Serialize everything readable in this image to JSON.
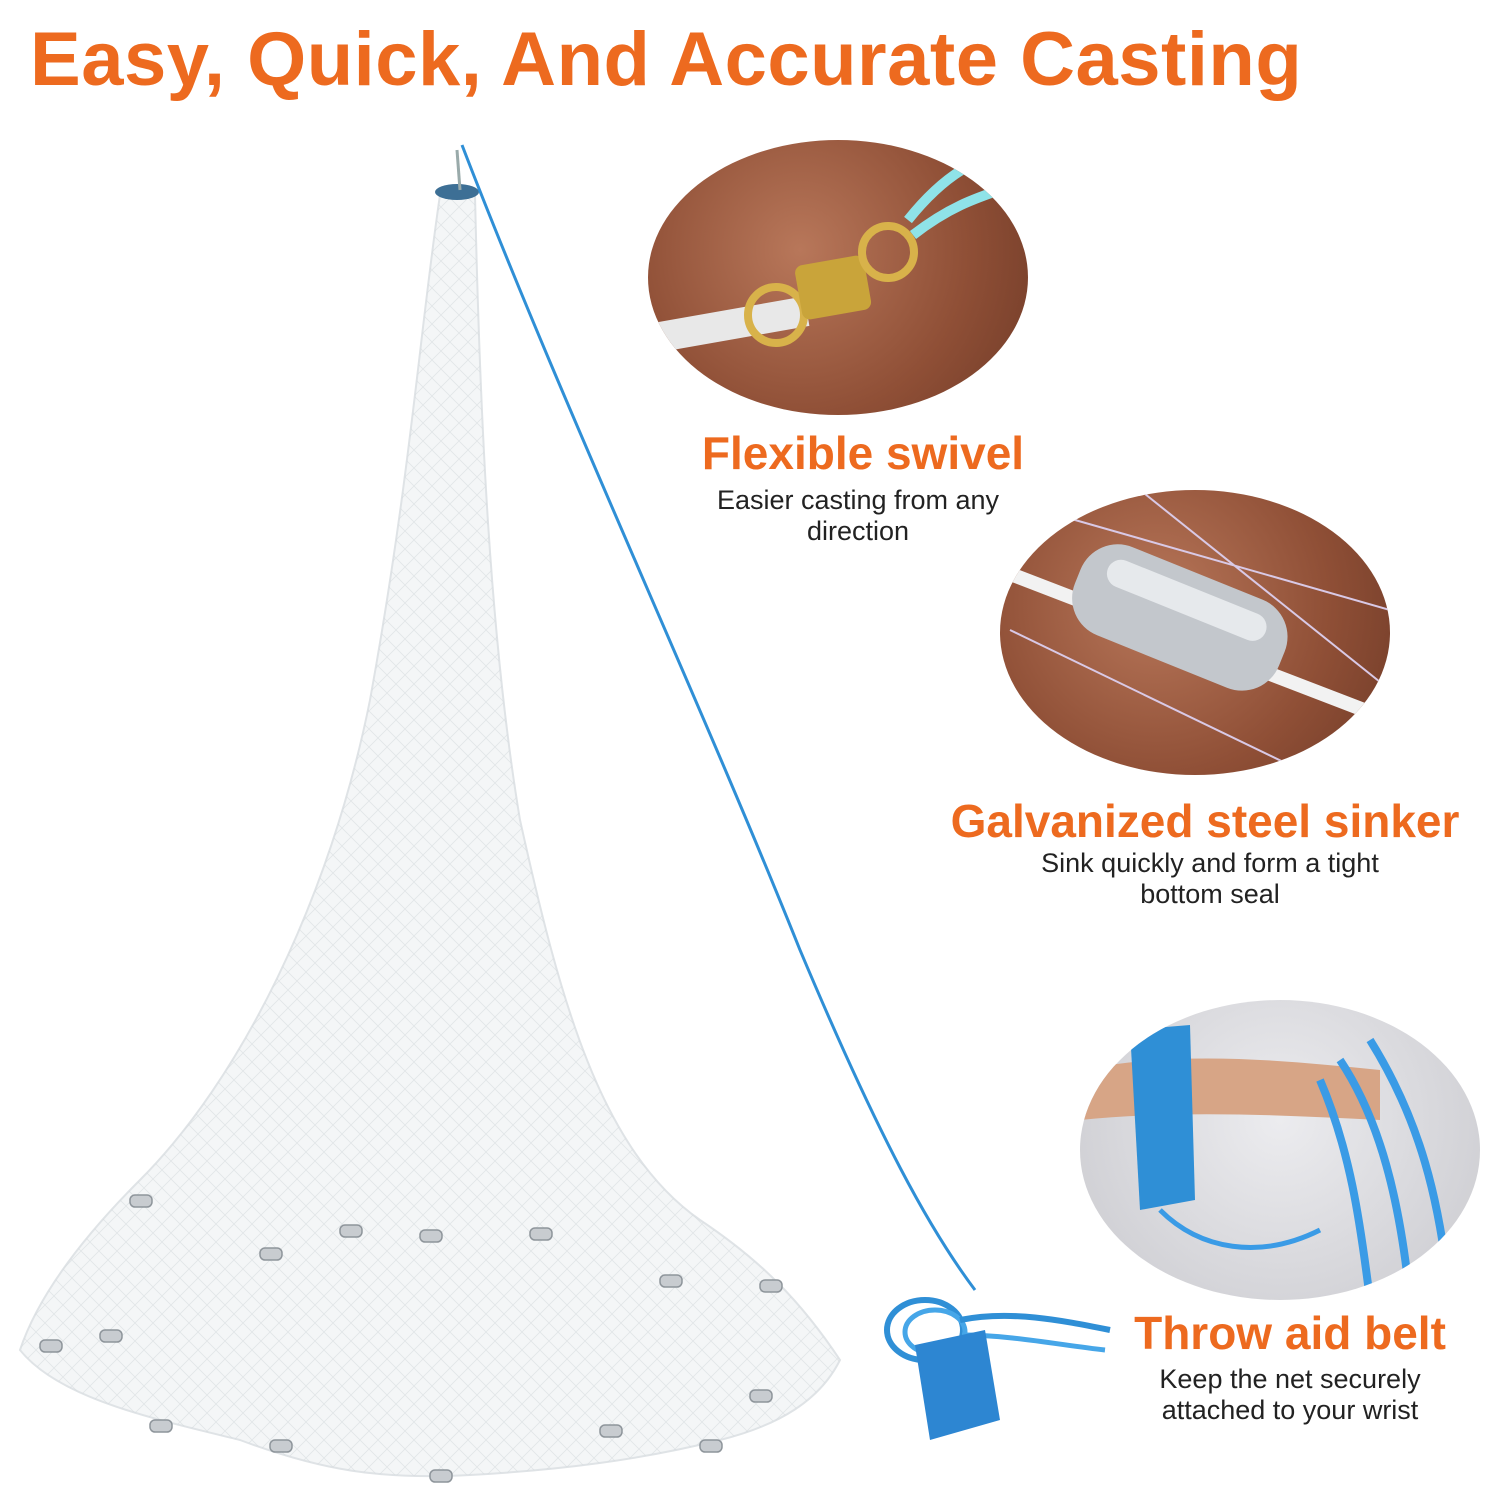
{
  "headline": "Easy, Quick, And Accurate Casting",
  "colors": {
    "accent": "#ed6a1f",
    "rope": "#2f8fd6",
    "net": "#e4e8ea",
    "wood": "#8f4f36"
  },
  "features": [
    {
      "title": "Flexible swivel",
      "description": "Easier casting from any direction",
      "icon": "swivel-photo"
    },
    {
      "title": "Galvanized steel sinker",
      "description": "Sink quickly and form a tight bottom seal",
      "icon": "sinker-photo"
    },
    {
      "title": "Throw aid belt",
      "description": "Keep the net securely attached to your wrist",
      "icon": "wrist-belt-photo"
    }
  ]
}
